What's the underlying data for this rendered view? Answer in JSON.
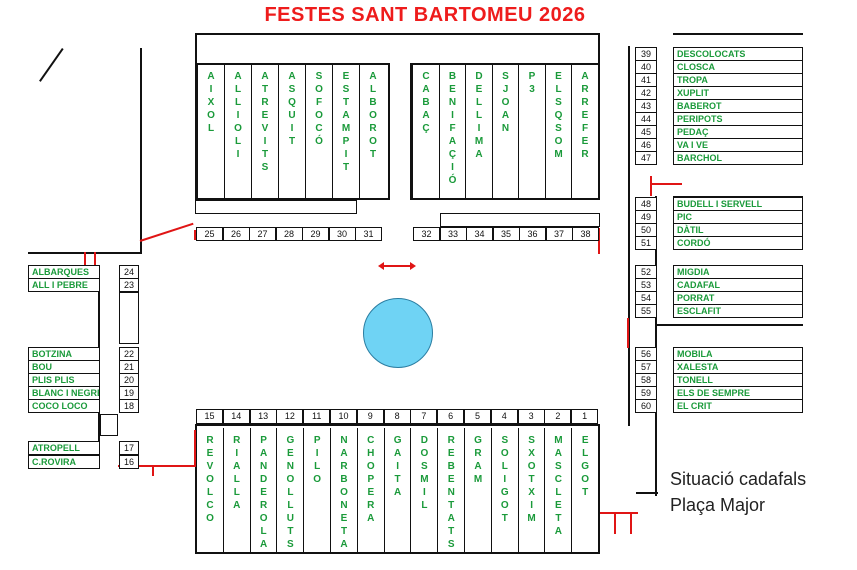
{
  "title": "FESTES SANT BARTOMEU 2026",
  "caption_line1": "Situació cadafals",
  "caption_line2": "Plaça Major",
  "colors": {
    "title": "#ee1c1c",
    "labels": "#1a9a3a",
    "fountain": "#6fd3f4",
    "arrows": "#e01515"
  },
  "top_left_numbers": [
    "25",
    "26",
    "27",
    "28",
    "29",
    "30",
    "31"
  ],
  "top_right_numbers": [
    "32",
    "33",
    "34",
    "35",
    "36",
    "37",
    "38"
  ],
  "top_left_names": [
    "AIXOL",
    "ALLIOLI",
    "ATREVITS",
    "ASQUIT",
    "SOFOCÓ",
    "ESTAMPIT",
    "ALBOROT"
  ],
  "top_right_names": [
    "CABAÇ",
    "BENIFAÇIÓ",
    "DE LLIMA",
    "SJOAN",
    "P3",
    "ELS Q SOM",
    "ARREFER"
  ],
  "bottom_numbers": [
    "15",
    "14",
    "13",
    "12",
    "11",
    "10",
    "9",
    "8",
    "7",
    "6",
    "5",
    "4",
    "3",
    "2",
    "1"
  ],
  "bottom_names": [
    "REVOLCO",
    "RIALLA",
    "PANDEROLA",
    "GENOLLUTS",
    "PILO",
    "NARBONETA",
    "CHOPERA",
    "GAITA",
    "DOS MIL",
    "REBENTATS",
    "GRAM",
    "SOLIGOT",
    "SXOTXIM",
    "MASCLETA",
    "EL GOT"
  ],
  "right_group_a": [
    {
      "num": "39",
      "name": "DESCOLOCATS"
    },
    {
      "num": "40",
      "name": "CLOSCA"
    },
    {
      "num": "41",
      "name": "TROPA"
    },
    {
      "num": "42",
      "name": "XUPLIT"
    },
    {
      "num": "43",
      "name": "BABEROT"
    },
    {
      "num": "44",
      "name": "PERIPOTS"
    },
    {
      "num": "45",
      "name": "PEDAÇ"
    },
    {
      "num": "46",
      "name": "VA I VE"
    },
    {
      "num": "47",
      "name": "BARCHOL"
    }
  ],
  "right_group_b": [
    {
      "num": "48",
      "name": "BUDELL I SERVELL"
    },
    {
      "num": "49",
      "name": "PIC"
    },
    {
      "num": "50",
      "name": "DÀTIL"
    },
    {
      "num": "51",
      "name": "CORDÓ"
    }
  ],
  "right_group_c": [
    {
      "num": "52",
      "name": "MIGDIA"
    },
    {
      "num": "53",
      "name": "CADAFAL"
    },
    {
      "num": "54",
      "name": "PORRAT"
    },
    {
      "num": "55",
      "name": "ESCLAFIT"
    }
  ],
  "right_group_d": [
    {
      "num": "56",
      "name": "MOBILA"
    },
    {
      "num": "57",
      "name": "XALESTA"
    },
    {
      "num": "58",
      "name": "TONELL"
    },
    {
      "num": "59",
      "name": "ELS DE SEMPRE"
    },
    {
      "num": "60",
      "name": "EL CRIT"
    }
  ],
  "left_group_a": [
    {
      "num": "24",
      "name": "ALBARQUES"
    },
    {
      "num": "23",
      "name": "ALL I PEBRE"
    }
  ],
  "left_group_b": [
    {
      "num": "22",
      "name": "BOTZINA"
    },
    {
      "num": "21",
      "name": "BOU"
    },
    {
      "num": "20",
      "name": "PLIS PLIS"
    },
    {
      "num": "19",
      "name": "BLANC I NEGRE"
    },
    {
      "num": "18",
      "name": "COCO LOCO"
    }
  ],
  "left_group_c": [
    {
      "num": "17",
      "name": "ATROPELL"
    },
    {
      "num": "16",
      "name": "C.ROVIRA"
    }
  ]
}
